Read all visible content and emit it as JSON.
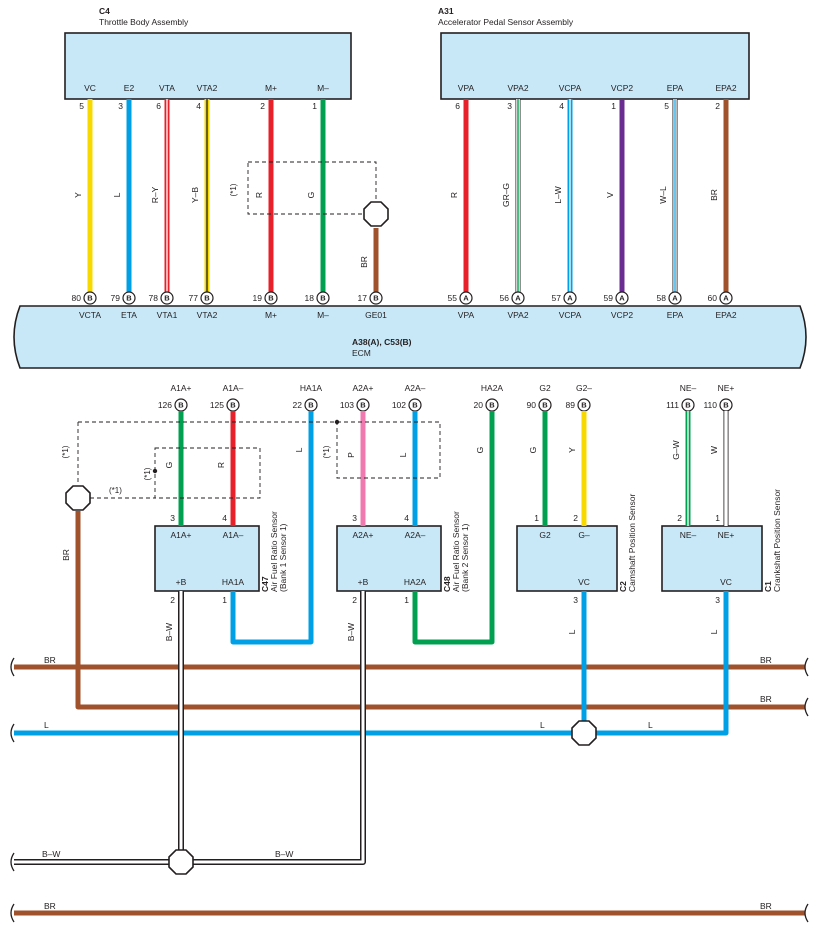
{
  "colors": {
    "Y": "#f7d900",
    "L": "#00a0e6",
    "R": "#e8202a",
    "G": "#00a050",
    "BR": "#a0522d",
    "V": "#6a2c91",
    "P": "#f07ab0",
    "W": "#ffffff",
    "B": "#231f20",
    "component_fill": "#c8e8f8"
  },
  "throttle_body": {
    "code": "C4",
    "name": "Throttle Body Assembly",
    "pins": [
      {
        "label": "VC",
        "num": "5",
        "wire": "Y",
        "ecm_pin": "80",
        "ecm_conn": "B",
        "ecm_label": "VCTA"
      },
      {
        "label": "E2",
        "num": "3",
        "wire": "L",
        "ecm_pin": "79",
        "ecm_conn": "B",
        "ecm_label": "ETA"
      },
      {
        "label": "VTA",
        "num": "6",
        "wire": "R–Y",
        "ecm_pin": "78",
        "ecm_conn": "B",
        "ecm_label": "VTA1"
      },
      {
        "label": "VTA2",
        "num": "4",
        "wire": "Y–B",
        "ecm_pin": "77",
        "ecm_conn": "B",
        "ecm_label": "VTA2"
      },
      {
        "label": "M+",
        "num": "2",
        "wire": "R",
        "ecm_pin": "19",
        "ecm_conn": "B",
        "ecm_label": "M+"
      },
      {
        "label": "M–",
        "num": "1",
        "wire": "G",
        "ecm_pin": "18",
        "ecm_conn": "B",
        "ecm_label": "M–"
      }
    ],
    "shield_wire": "BR",
    "shield_pin": "17",
    "shield_conn": "B",
    "shield_label": "GE01",
    "note": "(*1)"
  },
  "pedal_sensor": {
    "code": "A31",
    "name": "Accelerator Pedal Sensor Assembly",
    "pins": [
      {
        "label": "VPA",
        "num": "6",
        "wire": "R",
        "ecm_pin": "55",
        "ecm_conn": "A",
        "ecm_label": "VPA"
      },
      {
        "label": "VPA2",
        "num": "3",
        "wire": "GR–G",
        "ecm_pin": "56",
        "ecm_conn": "A",
        "ecm_label": "VPA2"
      },
      {
        "label": "VCPA",
        "num": "4",
        "wire": "L–W",
        "ecm_pin": "57",
        "ecm_conn": "A",
        "ecm_label": "VCPA"
      },
      {
        "label": "VCP2",
        "num": "1",
        "wire": "V",
        "ecm_pin": "59",
        "ecm_conn": "A",
        "ecm_label": "VCP2"
      },
      {
        "label": "EPA",
        "num": "5",
        "wire": "W–L",
        "ecm_pin": "58",
        "ecm_conn": "A",
        "ecm_label": "EPA"
      },
      {
        "label": "EPA2",
        "num": "2",
        "wire": "BR",
        "ecm_pin": "60",
        "ecm_conn": "A",
        "ecm_label": "EPA2"
      }
    ]
  },
  "ecm": {
    "code": "A38(A), C53(B)",
    "name": "ECM",
    "bottom_pins": [
      {
        "label": "A1A+",
        "num": "126",
        "conn": "B",
        "wire": "G"
      },
      {
        "label": "A1A–",
        "num": "125",
        "conn": "B",
        "wire": "R"
      },
      {
        "label": "HA1A",
        "num": "22",
        "conn": "B",
        "wire": "L"
      },
      {
        "label": "A2A+",
        "num": "103",
        "conn": "B",
        "wire": "P"
      },
      {
        "label": "A2A–",
        "num": "102",
        "conn": "B",
        "wire": "L"
      },
      {
        "label": "HA2A",
        "num": "20",
        "conn": "B",
        "wire": "G"
      },
      {
        "label": "G2",
        "num": "90",
        "conn": "B",
        "wire": "G"
      },
      {
        "label": "G2–",
        "num": "89",
        "conn": "B",
        "wire": "Y"
      },
      {
        "label": "NE–",
        "num": "111",
        "conn": "B",
        "wire": "G–W"
      },
      {
        "label": "NE+",
        "num": "110",
        "conn": "B",
        "wire": "W"
      }
    ]
  },
  "sensors": [
    {
      "code": "C47",
      "name": "Air Fuel Ratio Sensor",
      "sub": "(Bank 1 Sensor 1)",
      "top_pins": [
        {
          "label": "A1A+",
          "num": "3"
        },
        {
          "label": "A1A–",
          "num": "4"
        }
      ],
      "bottom_pins": [
        {
          "label": "+B",
          "num": "2"
        },
        {
          "label": "HA1A",
          "num": "1"
        }
      ]
    },
    {
      "code": "C48",
      "name": "Air Fuel Ratio Sensor",
      "sub": "(Bank 2 Sensor 1)",
      "top_pins": [
        {
          "label": "A2A+",
          "num": "3"
        },
        {
          "label": "A2A–",
          "num": "4"
        }
      ],
      "bottom_pins": [
        {
          "label": "+B",
          "num": "2"
        },
        {
          "label": "HA2A",
          "num": "1"
        }
      ]
    },
    {
      "code": "C2",
      "name": "Camshaft Position Sensor",
      "sub": "",
      "top_pins": [
        {
          "label": "G2",
          "num": "1"
        },
        {
          "label": "G–",
          "num": "2"
        }
      ],
      "bottom_pins": [
        {
          "label": "VC",
          "num": "3"
        }
      ]
    },
    {
      "code": "C1",
      "name": "Crankshaft Position Sensor",
      "sub": "",
      "top_pins": [
        {
          "label": "NE–",
          "num": "2"
        },
        {
          "label": "NE+",
          "num": "1"
        }
      ],
      "bottom_pins": [
        {
          "label": "VC",
          "num": "3"
        }
      ]
    }
  ],
  "shield_notes": [
    "(*1)",
    "(*1)",
    "(*1)",
    "(*1)"
  ],
  "bus_wires": {
    "br1": "BR",
    "br2": "BR",
    "l": "L",
    "bw": "B–W",
    "br3": "BR",
    "heater_feed": "B–W",
    "sensor_vc": "L",
    "afr_shield": "BR"
  }
}
